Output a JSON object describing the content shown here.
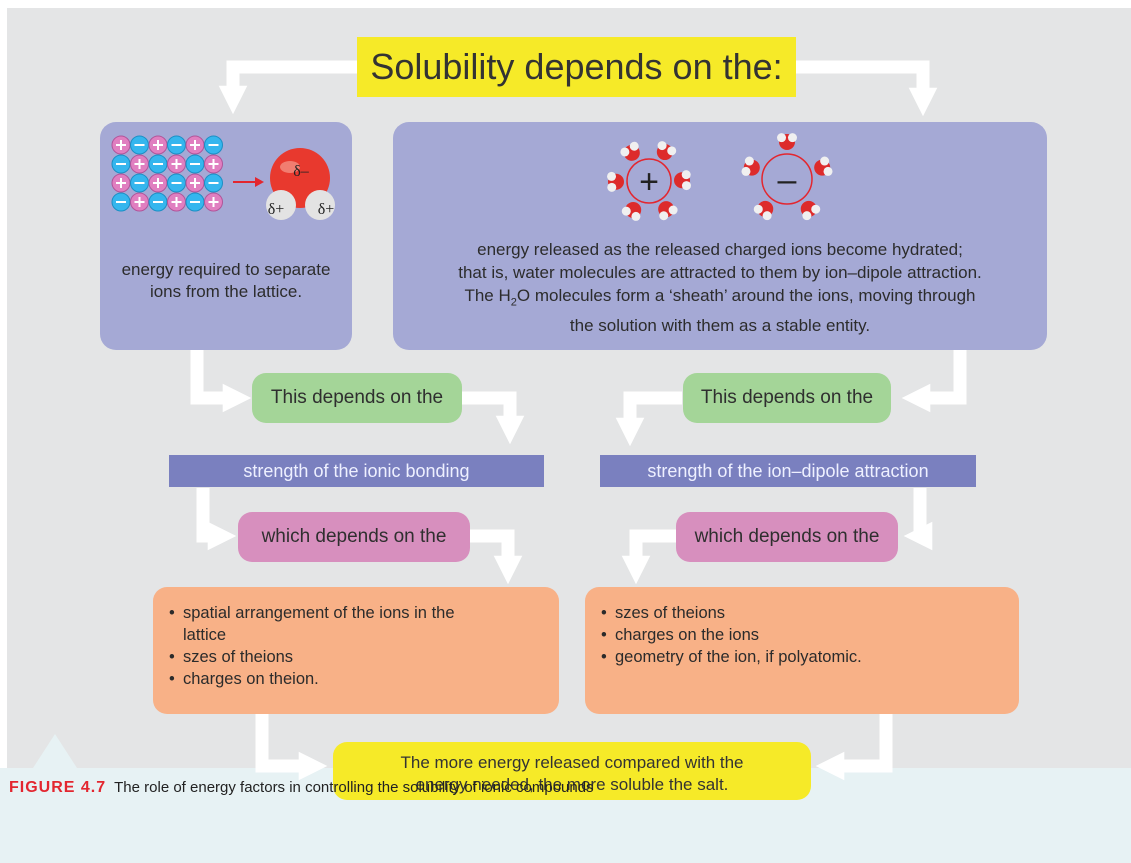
{
  "title": "Solubility depends on the:",
  "left_box": {
    "text": "energy required to separate ions from the lattice.",
    "delta_minus": "δ–",
    "delta_plus_left": "δ+",
    "delta_plus_right": "δ+"
  },
  "right_box": {
    "line1": "energy released as the released charged ions become hydrated;",
    "line2": "that is, water molecules are attracted to them by ion–dipole attraction.",
    "line3_pre": "The H",
    "line3_sub": "2",
    "line3_post": "O molecules form a ‘sheath’ around the ions, moving through",
    "line4": "the solution with them as a stable entity.",
    "cation_sign": "+",
    "anion_sign": "–"
  },
  "left_column": {
    "depends": "This depends on the",
    "bar": "strength of the ionic bonding",
    "which": "which depends on the",
    "bullets": [
      "spatial arrangement of the ions in the lattice",
      "szes of theions",
      "charges on theion."
    ]
  },
  "right_column": {
    "depends": "This depends on the",
    "bar": "strength of the ion–dipole attraction",
    "which": "which depends on the",
    "bullets": [
      "szes of theions",
      "charges on the ions",
      "geometry of the ion, if polyatomic."
    ]
  },
  "conclusion": "The more energy released compared with the energy needed, the more soluble the salt.",
  "caption": {
    "label": "FIGURE 4.7",
    "text": "The role of energy factors in controlling the solubility of ionic compounds"
  },
  "colors": {
    "panel": "#e4e5e6",
    "title_yellow": "#f6ea28",
    "blue_box": "#a5a9d5",
    "green_box": "#a4d598",
    "bar": "#7a80bf",
    "pink_box": "#d78fbe",
    "orange_box": "#f8b187",
    "caption_label": "#e3262f",
    "cation": "#e07fc0",
    "anion": "#35b6ee"
  }
}
